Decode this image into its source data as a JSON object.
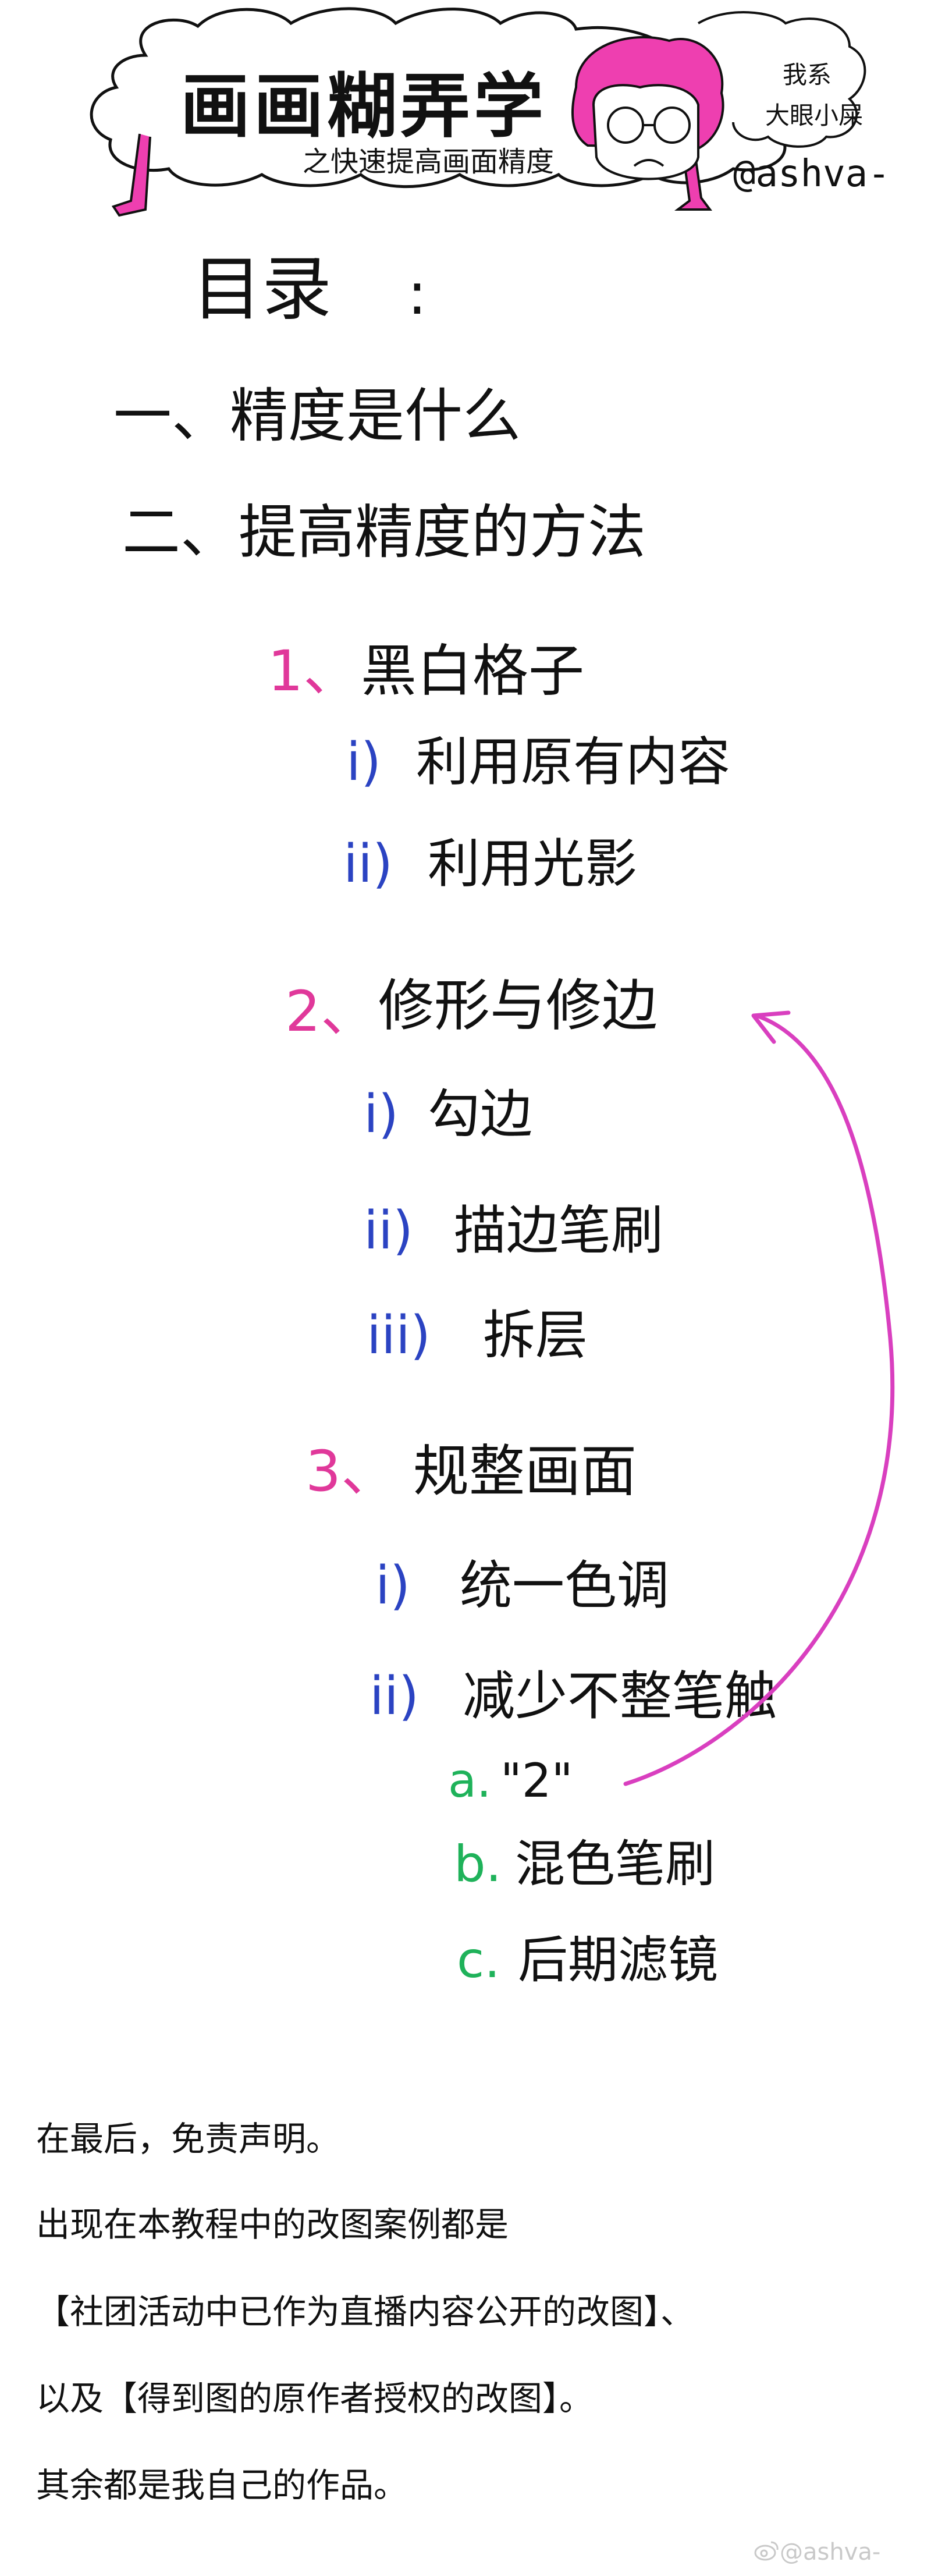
{
  "header": {
    "title": "画画糊弄学",
    "subtitle": "之快速提高画面精度",
    "author": "@ashva-",
    "bubble_line_1": "我系",
    "bubble_line_2": "大眼小屎"
  },
  "toc": {
    "heading": "目录",
    "colon": ":",
    "section_1": "一、精度是什么",
    "section_2": "二、提高精度的方法",
    "items": [
      {
        "num": "1、",
        "label": "黑白格子",
        "subs": [
          {
            "num": "i)",
            "label": "利用原有内容"
          },
          {
            "num": "ii)",
            "label": "利用光影"
          }
        ]
      },
      {
        "num": "2、",
        "label": "修形与修边",
        "subs": [
          {
            "num": "i)",
            "label": "勾边"
          },
          {
            "num": "ii)",
            "label": "描边笔刷"
          },
          {
            "num": "iii)",
            "label": "拆层"
          }
        ]
      },
      {
        "num": "3、",
        "label": "规整画面",
        "subs": [
          {
            "num": "i)",
            "label": "统一色调"
          },
          {
            "num": "ii)",
            "label": "减少不整笔触"
          }
        ],
        "subsubs": [
          {
            "num": "a.",
            "label": "\"2\""
          },
          {
            "num": "b.",
            "label": "混色笔刷"
          },
          {
            "num": "c.",
            "label": "后期滤镜"
          }
        ]
      }
    ]
  },
  "disclaimer": {
    "lines": [
      "在最后，免责声明。",
      "出现在本教程中的改图案例都是",
      "【社团活动中已作为直播内容公开的改图】、",
      "以及【得到图的原作者授权的改图】。",
      "其余都是我自己的作品。"
    ]
  },
  "watermark": "@ashva-",
  "colors": {
    "pink": "#e0389a",
    "blue": "#2b43c2",
    "green": "#1fb25a",
    "magenta_arrow": "#d93fbf"
  }
}
